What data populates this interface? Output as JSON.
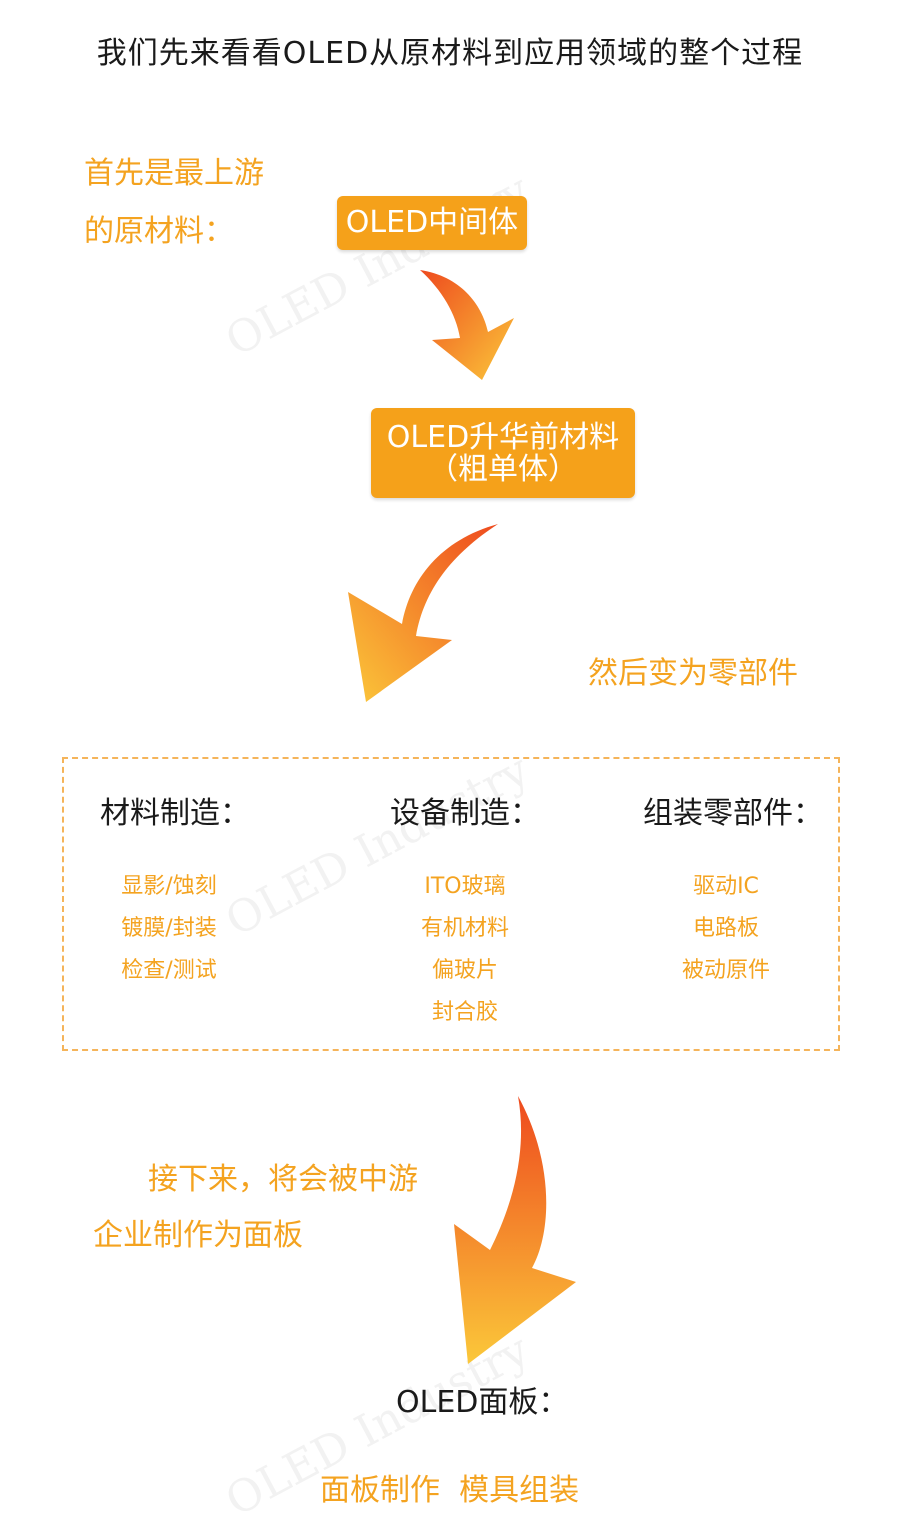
{
  "title": "我们先来看看OLED从原材料到应用领域的整个过程",
  "intro": {
    "line1": "首先是最上游",
    "line2": "的原材料："
  },
  "box1": "OLED中间体",
  "box2": {
    "line1": "OLED升华前材料",
    "line2": "（粗单体）"
  },
  "then_text": "然后变为零部件",
  "columns": [
    {
      "title": "材料制造：",
      "items": [
        "显影/蚀刻",
        "镀膜/封装",
        "检查/测试"
      ]
    },
    {
      "title": "设备制造：",
      "items": [
        "ITO玻璃",
        "有机材料",
        "偏玻片",
        "封合胶"
      ]
    },
    {
      "title": "组装零部件：",
      "items": [
        "驱动IC",
        "电路板",
        "被动原件"
      ]
    }
  ],
  "next": {
    "line1": "接下来，将会被中游",
    "line2": "企业制作为面板"
  },
  "panel_title": "OLED面板：",
  "panel_sub": "面板制作  模具组装",
  "watermark": "OLED Industry",
  "colors": {
    "accent": "#f5a11a",
    "text_orange": "#f4a320",
    "arrow_dark": "#ee4a1e",
    "arrow_light": "#fbc83a"
  }
}
